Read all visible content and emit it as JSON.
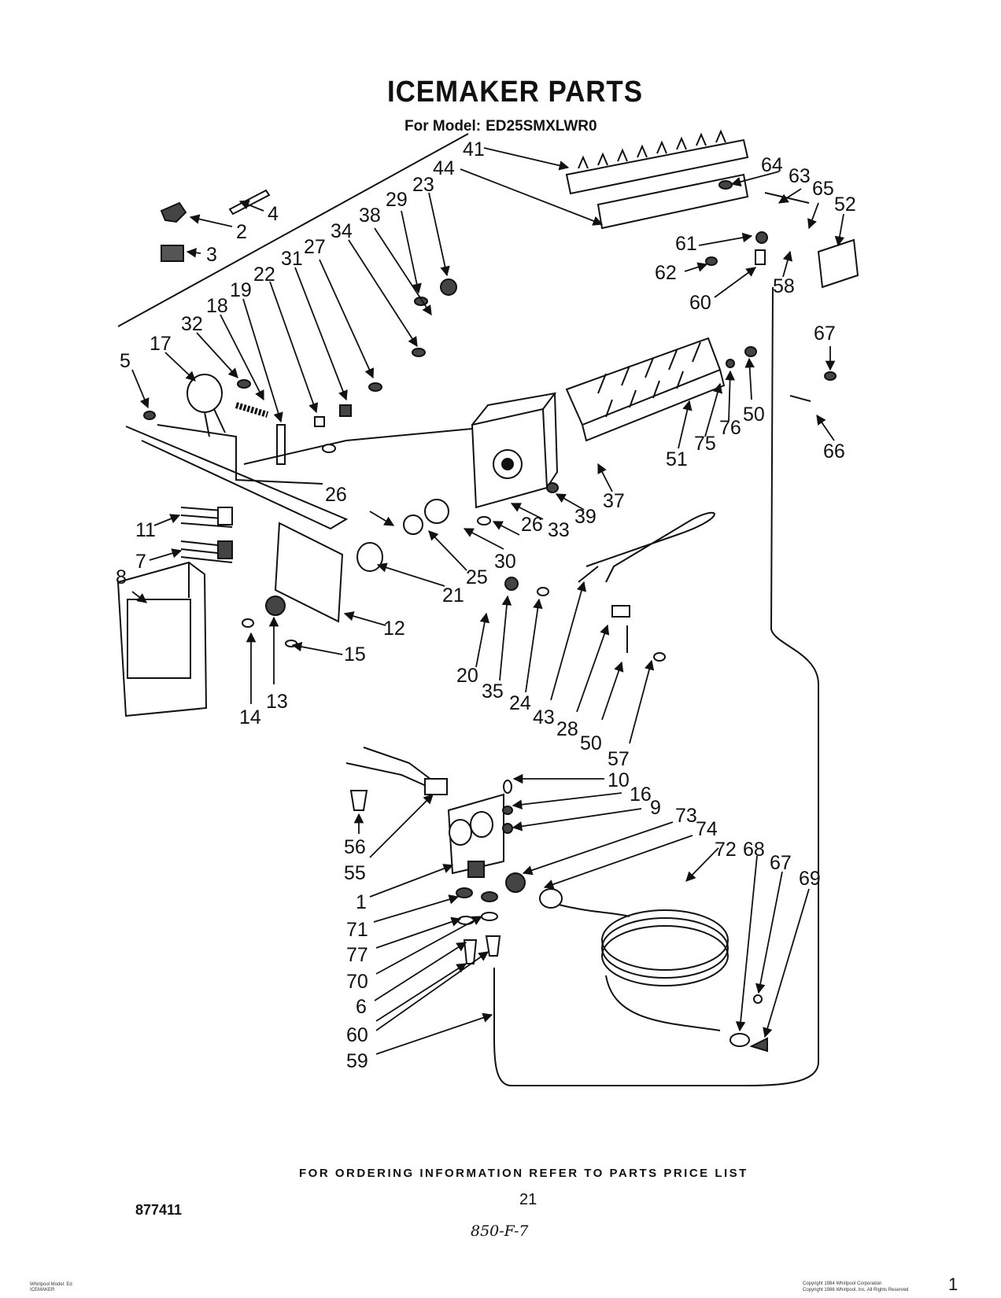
{
  "header": {
    "title": "ICEMAKER PARTS",
    "model_prefix": "For Model:",
    "model": "ED25SMXLWR0"
  },
  "footer": {
    "ordering_note": "FOR ORDERING INFORMATION REFER TO PARTS PRICE LIST",
    "page_number": "21",
    "doc_number": "877411",
    "handwritten": "850-F-7",
    "left_small_1": "Whirlpool Model: Ed",
    "left_small_2": "ICEMAKER",
    "right_small_1": "Copyright 1984 Whirlpool Corporation",
    "right_small_2": "Copyright 1986 Whirlpool, Inc. All Rights Reserved",
    "corner_mark": "1"
  },
  "labels": {
    "p41": "41",
    "p44": "44",
    "p23": "23",
    "p29": "29",
    "p38": "38",
    "p34": "34",
    "p27": "27",
    "p31": "31",
    "p22": "22",
    "p19": "19",
    "p18": "18",
    "p32": "32",
    "p17": "17",
    "p5": "5",
    "p2": "2",
    "p4": "4",
    "p3": "3",
    "p64": "64",
    "p63": "63",
    "p65": "65",
    "p52": "52",
    "p61": "61",
    "p62": "62",
    "p60a": "60",
    "p58": "58",
    "p67a": "67",
    "p66": "66",
    "p50a": "50",
    "p76": "76",
    "p75": "75",
    "p51": "51",
    "p37": "37",
    "p39": "39",
    "p33": "33",
    "p26a": "26",
    "p26b": "26",
    "p30": "30",
    "p25": "25",
    "p21": "21",
    "p11": "11",
    "p7": "7",
    "p8": "8",
    "p12": "12",
    "p15": "15",
    "p14": "14",
    "p13": "13",
    "p20": "20",
    "p35": "35",
    "p24": "24",
    "p43": "43",
    "p28": "28",
    "p50b": "50",
    "p57": "57",
    "p10": "10",
    "p16": "16",
    "p9": "9",
    "p73": "73",
    "p74": "74",
    "p72": "72",
    "p68": "68",
    "p67b": "67",
    "p69": "69",
    "p56": "56",
    "p55": "55",
    "p1": "1",
    "p71": "71",
    "p77": "77",
    "p70": "70",
    "p6": "6",
    "p60b": "60",
    "p59": "59"
  }
}
